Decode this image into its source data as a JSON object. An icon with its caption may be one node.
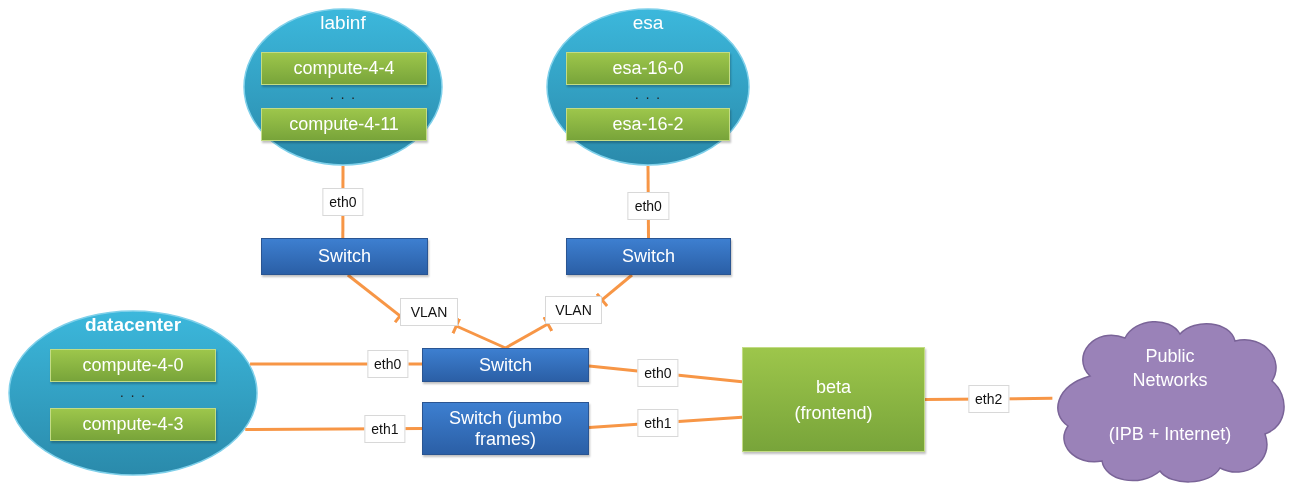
{
  "diagram": {
    "nodes": [
      {
        "text": [
          "labinf",
          "· · ·"
        ]
      },
      {
        "text": [
          "compute-4-4"
        ],
        "in": 0
      },
      {
        "text": [
          "compute-4-11"
        ],
        "in": 0
      },
      {
        "text": [
          "esa",
          "· · ·"
        ]
      },
      {
        "text": [
          "esa-16-0"
        ],
        "in": 3
      },
      {
        "text": [
          "esa-16-2"
        ],
        "in": 3
      },
      {
        "text": [
          "Switch"
        ]
      },
      {
        "text": [
          "Switch"
        ]
      },
      {
        "text": [
          "VLAN"
        ]
      },
      {
        "text": [
          "VLAN"
        ]
      },
      {
        "text": [
          "datacenter",
          "· · ·"
        ]
      },
      {
        "text": [
          "compute-4-0"
        ],
        "in": 10
      },
      {
        "text": [
          "compute-4-3"
        ],
        "in": 10
      },
      {
        "text": [
          "Switch"
        ]
      },
      {
        "text": [
          "Switch (jumbo frames)"
        ]
      },
      {
        "text": [
          "beta (frontend)"
        ]
      },
      {
        "text": [
          "Public Networks",
          "(IPB + Internet)"
        ]
      }
    ],
    "edges": [
      {
        "from": 0,
        "to": 6,
        "arrow": "none",
        "label": "eth0"
      },
      {
        "from": 3,
        "to": 7,
        "arrow": "none",
        "label": "eth0"
      },
      {
        "from": 6,
        "to": 8,
        "arrow": "other"
      },
      {
        "from": 7,
        "to": 9,
        "arrow": "other"
      },
      {
        "from": 13,
        "to": 8,
        "arrow": "other"
      },
      {
        "from": 13,
        "to": 9,
        "arrow": "other"
      },
      {
        "from": 10,
        "to": 13,
        "arrow": "none",
        "label": "eth0"
      },
      {
        "from": 10,
        "to": 14,
        "arrow": "none",
        "label": "eth1"
      },
      {
        "from": 13,
        "to": 15,
        "arrow": "none",
        "label": "eth0"
      },
      {
        "from": 14,
        "to": 15,
        "arrow": "none",
        "label": "eth1"
      },
      {
        "from": 15,
        "to": 16,
        "arrow": "none",
        "label": "eth2"
      }
    ]
  }
}
